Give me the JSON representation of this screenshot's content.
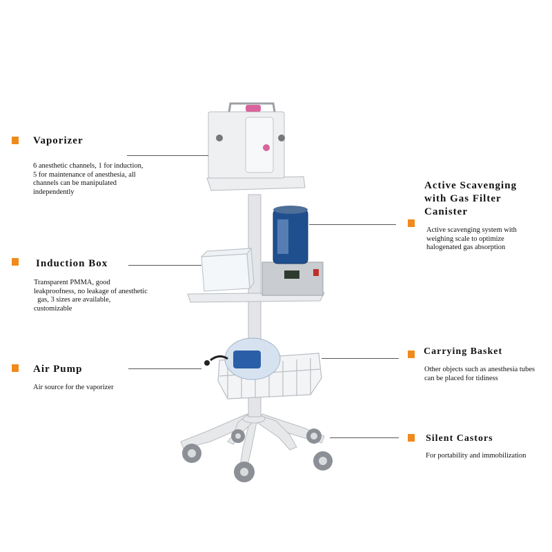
{
  "accent_color": "#f08a1c",
  "callouts": {
    "vaporizer": {
      "title": "Vaporizer",
      "lines": [
        "6 anesthetic channels, 1 for induction,",
        "5 for maintenance of anesthesia, all",
        "channels can  be manipulated",
        "independently"
      ]
    },
    "induction_box": {
      "title": "Induction Box",
      "lines": [
        "Transparent PMMA, good",
        "leakproofness, no leakage of anesthetic",
        "  gas, 3 sizes are available,",
        "customizable"
      ]
    },
    "air_pump": {
      "title": "Air Pump",
      "lines": [
        "Air source for the vaporizer"
      ]
    },
    "scavenging": {
      "title_lines": [
        "Active Scavenging",
        "with Gas Filter",
        "Canister"
      ],
      "lines": [
        "Active scavenging system with",
        "weighing scale to optimize",
        "halogenated gas absorption"
      ]
    },
    "basket": {
      "title": "Carrying Basket",
      "lines": [
        "Other objects such as anesthesia tubes",
        "can be placed for tidiness"
      ]
    },
    "castors": {
      "title": "Silent Castors",
      "lines": [
        "For portability and immobilization"
      ]
    }
  }
}
